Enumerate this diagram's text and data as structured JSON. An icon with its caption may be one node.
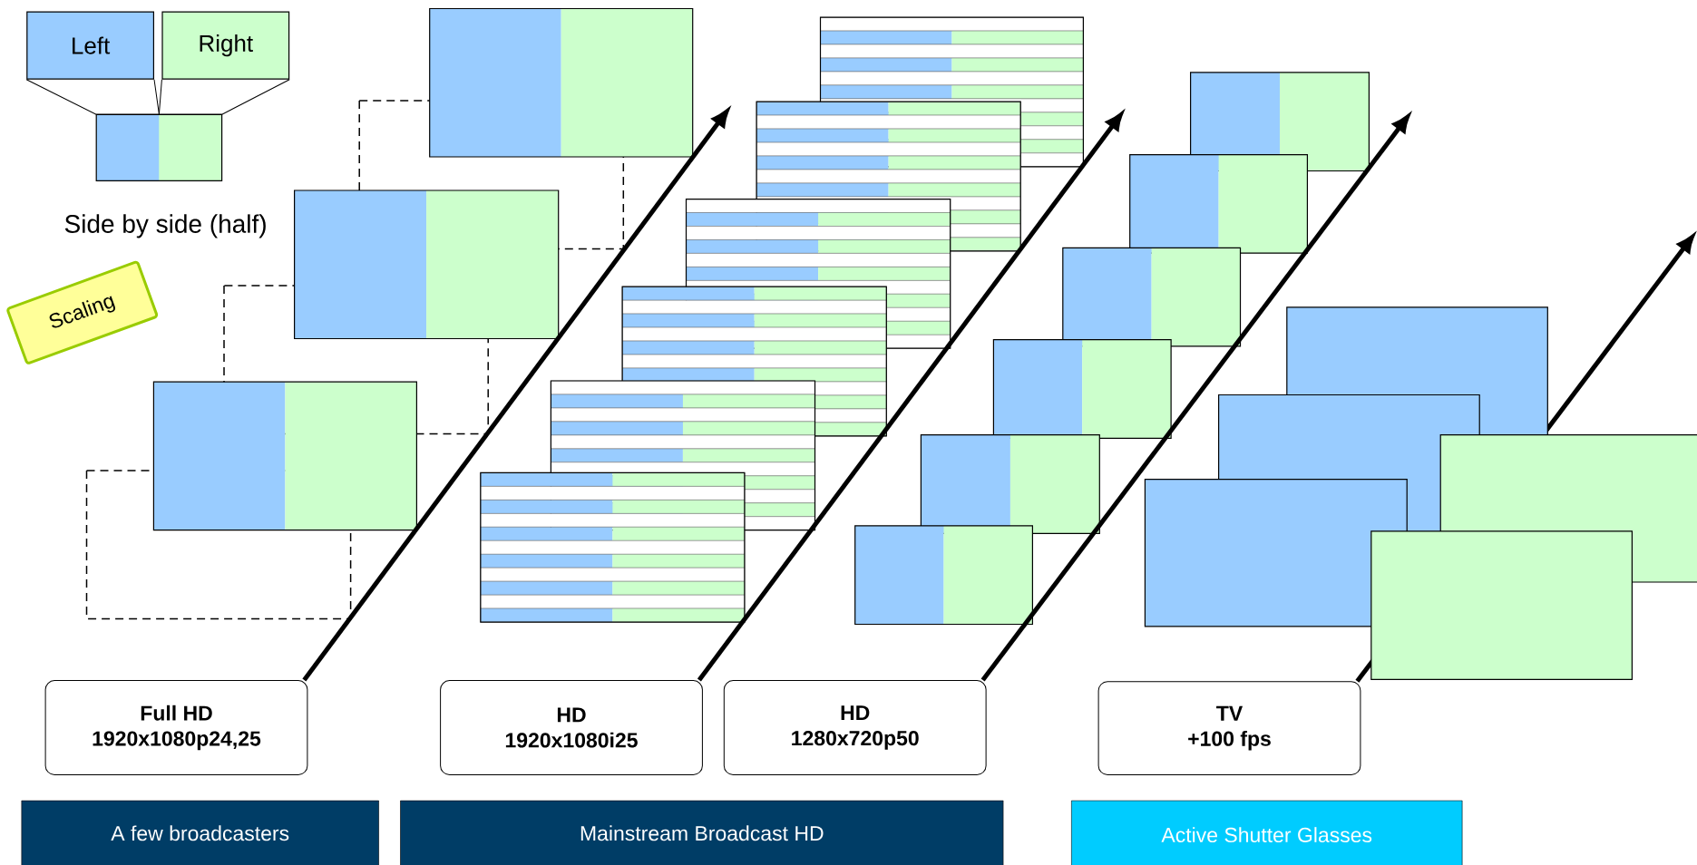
{
  "diagram": {
    "nodes": [
      {
        "text": [
          "Left"
        ]
      },
      {
        "text": [
          "Right"
        ]
      },
      {
        "text": [],
        "shape": "box"
      },
      {
        "text": [
          "Scaling"
        ]
      },
      {
        "text": [
          "Full HD",
          "1920x1080p24,25"
        ]
      },
      {
        "text": [
          "HD",
          "1920x1080i25"
        ]
      },
      {
        "text": [
          "HD",
          "1280x720p50"
        ]
      },
      {
        "text": [
          "TV",
          "+100 fps"
        ]
      },
      {
        "text": [
          "A few broadcasters"
        ]
      },
      {
        "text": [
          "Mainstream Broadcast HD"
        ]
      },
      {
        "text": [
          "Active Shutter Glasses"
        ]
      }
    ],
    "edges": [
      {
        "from": 0,
        "to": 2,
        "arrow": "none"
      },
      {
        "from": 1,
        "to": 2,
        "arrow": "none"
      },
      {
        "from": 4,
        "to": null,
        "arrow": "to"
      },
      {
        "from": 5,
        "to": null,
        "arrow": "to"
      },
      {
        "from": 6,
        "to": null,
        "arrow": "to"
      },
      {
        "from": 7,
        "to": null,
        "arrow": "to"
      }
    ],
    "labels": [
      "Side by side (half)"
    ]
  }
}
